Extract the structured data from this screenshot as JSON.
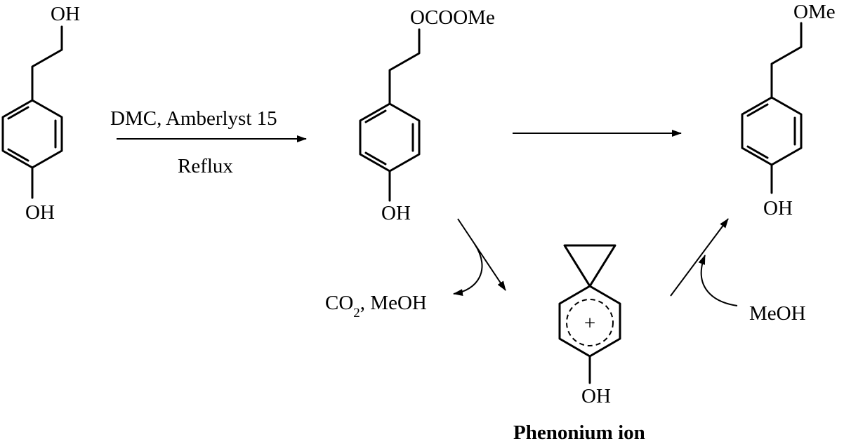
{
  "molecules": {
    "start": {
      "top_group": "OH",
      "bottom_group": "OH"
    },
    "intermediate": {
      "top_group": "OCOOMe",
      "bottom_group": "OH"
    },
    "product": {
      "top_group": "OMe",
      "bottom_group": "OH"
    },
    "phenonium": {
      "bottom_group": "OH",
      "charge": "+",
      "caption": "Phenonium ion"
    }
  },
  "reaction": {
    "step1_reagents": "DMC, Amberlyst 15",
    "step1_conditions": "Reflux",
    "byproduct_prefix": "CO",
    "byproduct_subscript": "2",
    "byproduct_suffix": ", MeOH",
    "nucleophile": "MeOH"
  }
}
